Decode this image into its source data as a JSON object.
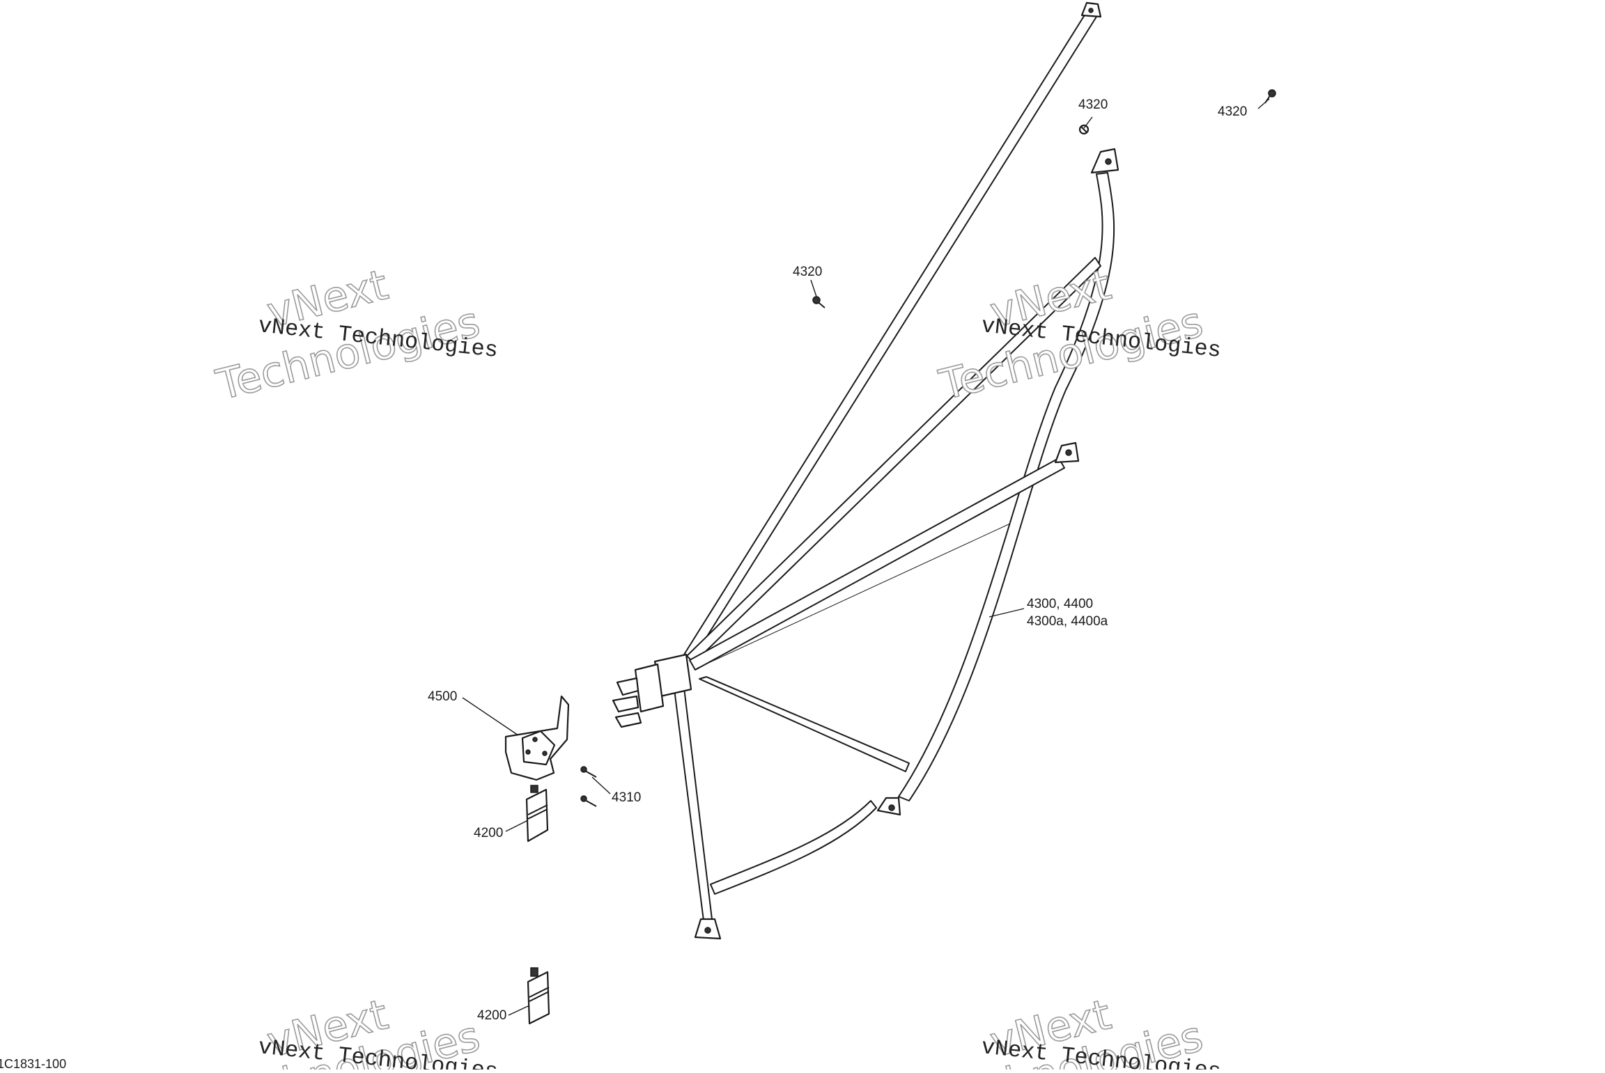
{
  "callouts": {
    "c4320_top": "4320",
    "c4320_right": "4320",
    "c4320_mid": "4320",
    "c4300_line1": "4300, 4400",
    "c4300_line2": "4300a, 4400a",
    "c4500": "4500",
    "c4310": "4310",
    "c4200_upper": "4200",
    "c4200_lower": "4200"
  },
  "watermark": {
    "serif_text": "vNext Technologies",
    "outline_line1": "vNext",
    "outline_line2": "Technologies"
  },
  "drawing_code": "1C1831-100"
}
